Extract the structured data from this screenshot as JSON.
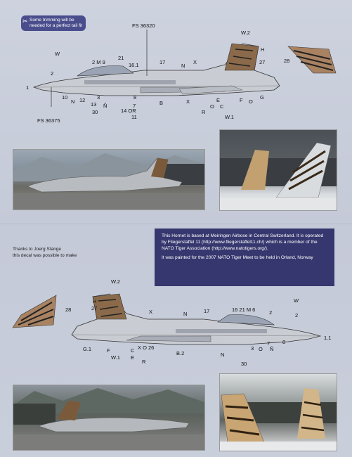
{
  "badge": {
    "text": "Some trimming will be needed for a perfect tail fit"
  },
  "top_callouts": [
    {
      "id": "fs36320",
      "text": "FS 36320"
    },
    {
      "id": "w2",
      "text": "W.2"
    },
    {
      "id": "h",
      "text": "H"
    },
    {
      "id": "n27",
      "text": "27"
    },
    {
      "id": "n28",
      "text": "28"
    },
    {
      "id": "w",
      "text": "W"
    },
    {
      "id": "n2",
      "text": "2"
    },
    {
      "id": "m",
      "text": "2  M  9"
    },
    {
      "id": "n21",
      "text": "21"
    },
    {
      "id": "n161",
      "text": "16.1"
    },
    {
      "id": "n17",
      "text": "17"
    },
    {
      "id": "n",
      "text": "N"
    },
    {
      "id": "x",
      "text": "X"
    },
    {
      "id": "n1",
      "text": "1"
    },
    {
      "id": "n10",
      "text": "10"
    },
    {
      "id": "n12",
      "text": "12"
    },
    {
      "id": "n13",
      "text": "13"
    },
    {
      "id": "n3",
      "text": "3"
    },
    {
      "id": "n",
      "text": "N"
    },
    {
      "id": "ni",
      "text": "Ñ"
    },
    {
      "id": "n8",
      "text": "8"
    },
    {
      "id": "n7",
      "text": "7"
    },
    {
      "id": "n14or",
      "text": "14 OR"
    },
    {
      "id": "n11",
      "text": "11"
    },
    {
      "id": "b",
      "text": "B"
    },
    {
      "id": "x2",
      "text": "X"
    },
    {
      "id": "r",
      "text": "R"
    },
    {
      "id": "o",
      "text": "O"
    },
    {
      "id": "c",
      "text": "C"
    },
    {
      "id": "e",
      "text": "E"
    },
    {
      "id": "f",
      "text": "F"
    },
    {
      "id": "o2",
      "text": "O"
    },
    {
      "id": "g",
      "text": "G"
    },
    {
      "id": "w1",
      "text": "W.1"
    },
    {
      "id": "n30",
      "text": "30"
    },
    {
      "id": "fs36375",
      "text": "FS 36375"
    }
  ],
  "thanks": {
    "line1": "Thanks to Joerg Stange",
    "line2": "this decal was possible to make"
  },
  "info": {
    "p1": "This Hornet is based at Meiringen Airbose in Central Switzerland. It is operated by Fliegerstaffel 11 (http://www.fliegerstaffel11.ch/) which is a member of the NATO Tiger Association (http://www.natotigers.org/).",
    "p2": "It was painted for the 2007 NATO Tiger Meet to be held in Orland, Norway"
  },
  "bottom_callouts": [
    {
      "id": "w2",
      "text": "W.2"
    },
    {
      "id": "h",
      "text": "H"
    },
    {
      "id": "n27",
      "text": "27"
    },
    {
      "id": "n28",
      "text": "28"
    },
    {
      "id": "x",
      "text": "X"
    },
    {
      "id": "n",
      "text": "N"
    },
    {
      "id": "n17",
      "text": "17"
    },
    {
      "id": "n16",
      "text": "16 21  M  6"
    },
    {
      "id": "n2",
      "text": "2"
    },
    {
      "id": "w",
      "text": "W"
    },
    {
      "id": "n2b",
      "text": "2"
    },
    {
      "id": "n11",
      "text": "1.1"
    },
    {
      "id": "g1",
      "text": "G.1"
    },
    {
      "id": "f",
      "text": "F"
    },
    {
      "id": "w1",
      "text": "W.1"
    },
    {
      "id": "c",
      "text": "C"
    },
    {
      "id": "xo",
      "text": "X O 26"
    },
    {
      "id": "e",
      "text": "E"
    },
    {
      "id": "r",
      "text": "R"
    },
    {
      "id": "b2",
      "text": "B.2"
    },
    {
      "id": "n",
      "text": "N"
    },
    {
      "id": "n3",
      "text": "3"
    },
    {
      "id": "o",
      "text": "O"
    },
    {
      "id": "n7",
      "text": "7"
    },
    {
      "id": "n8",
      "text": "8"
    },
    {
      "id": "n30",
      "text": "30"
    },
    {
      "id": "ni",
      "text": "Ñ"
    }
  ],
  "colors": {
    "sheet": "#c7ccd9",
    "panel": "#36376e",
    "badge": "#4a4d8c",
    "fuselage": "#c9ccd2",
    "camo": "#9ea3ad"
  }
}
